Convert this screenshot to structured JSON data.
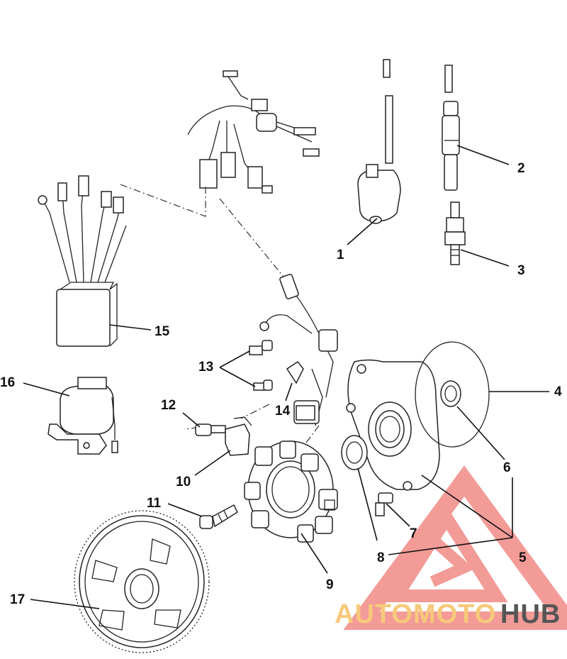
{
  "callouts": [
    "1",
    "2",
    "3",
    "4",
    "5",
    "6",
    "7",
    "8",
    "9",
    "10",
    "11",
    "12",
    "13",
    "14",
    "15",
    "16",
    "17"
  ],
  "watermark": {
    "part1": "AUTOMOTO",
    "part2": "HUB",
    "color_light": "#f7c97a",
    "color_red": "#f08a86",
    "color_dark": "#555555"
  }
}
